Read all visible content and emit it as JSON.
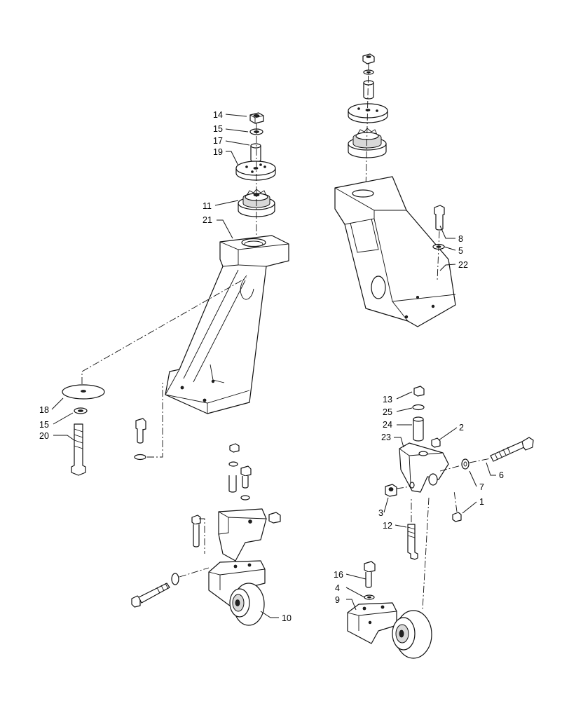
{
  "callouts": [
    {
      "id": "c14",
      "text": "14"
    },
    {
      "id": "c15a",
      "text": "15"
    },
    {
      "id": "c17",
      "text": "17"
    },
    {
      "id": "c19",
      "text": "19"
    },
    {
      "id": "c11",
      "text": "11"
    },
    {
      "id": "c21",
      "text": "21"
    },
    {
      "id": "c8",
      "text": "8"
    },
    {
      "id": "c5",
      "text": "5"
    },
    {
      "id": "c22",
      "text": "22"
    },
    {
      "id": "c18",
      "text": "18"
    },
    {
      "id": "c15b",
      "text": "15"
    },
    {
      "id": "c20",
      "text": "20"
    },
    {
      "id": "c13",
      "text": "13"
    },
    {
      "id": "c25",
      "text": "25"
    },
    {
      "id": "c24",
      "text": "24"
    },
    {
      "id": "c2",
      "text": "2"
    },
    {
      "id": "c23",
      "text": "23"
    },
    {
      "id": "c6",
      "text": "6"
    },
    {
      "id": "c7",
      "text": "7"
    },
    {
      "id": "c1",
      "text": "1"
    },
    {
      "id": "c3",
      "text": "3"
    },
    {
      "id": "c12",
      "text": "12"
    },
    {
      "id": "c16",
      "text": "16"
    },
    {
      "id": "c4",
      "text": "4"
    },
    {
      "id": "c9",
      "text": "9"
    },
    {
      "id": "c10",
      "text": "10"
    }
  ]
}
